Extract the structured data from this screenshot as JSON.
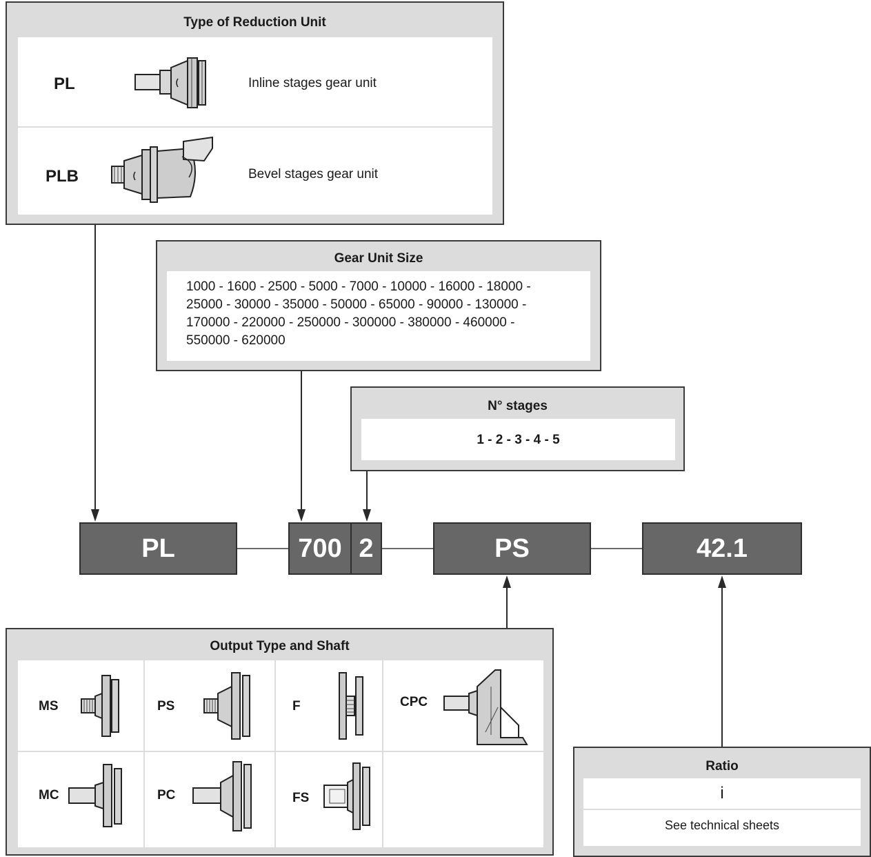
{
  "reduction_unit": {
    "title": "Type of Reduction Unit",
    "rows": [
      {
        "code": "PL",
        "description": "Inline stages gear unit",
        "icon": "inline-gear-unit-icon"
      },
      {
        "code": "PLB",
        "description": "Bevel stages gear unit",
        "icon": "bevel-gear-unit-icon"
      }
    ]
  },
  "gear_unit_size": {
    "title": "Gear Unit Size",
    "lines": [
      "1000 - 1600 - 2500 - 5000 - 7000 - 10000 - 16000 - 18000 -",
      "25000 - 30000 - 35000 - 50000 - 65000 - 90000 - 130000 -",
      "170000 - 220000 - 250000 - 300000 - 380000 - 460000 -",
      "550000 - 620000"
    ]
  },
  "stages": {
    "title": "N° stages",
    "values": "1 - 2 - 3 - 4 - 5"
  },
  "code_boxes": {
    "type": "PL",
    "size": "700",
    "stages": "2",
    "output": "PS",
    "ratio": "42.1"
  },
  "output_type": {
    "title": "Output Type and Shaft",
    "cells": [
      {
        "code": "MS",
        "icon": "ms-output-icon"
      },
      {
        "code": "PS",
        "icon": "ps-output-icon"
      },
      {
        "code": "F",
        "icon": "f-output-icon"
      },
      {
        "code": "CPC",
        "icon": "cpc-output-icon"
      },
      {
        "code": "MC",
        "icon": "mc-output-icon"
      },
      {
        "code": "PC",
        "icon": "pc-output-icon"
      },
      {
        "code": "FS",
        "icon": "fs-output-icon"
      }
    ]
  },
  "ratio": {
    "title": "Ratio",
    "symbol": "i",
    "note": "See technical sheets"
  },
  "colors": {
    "panel": "#dcdcdc",
    "code_box": "#676767",
    "border": "#3a3a3a"
  }
}
